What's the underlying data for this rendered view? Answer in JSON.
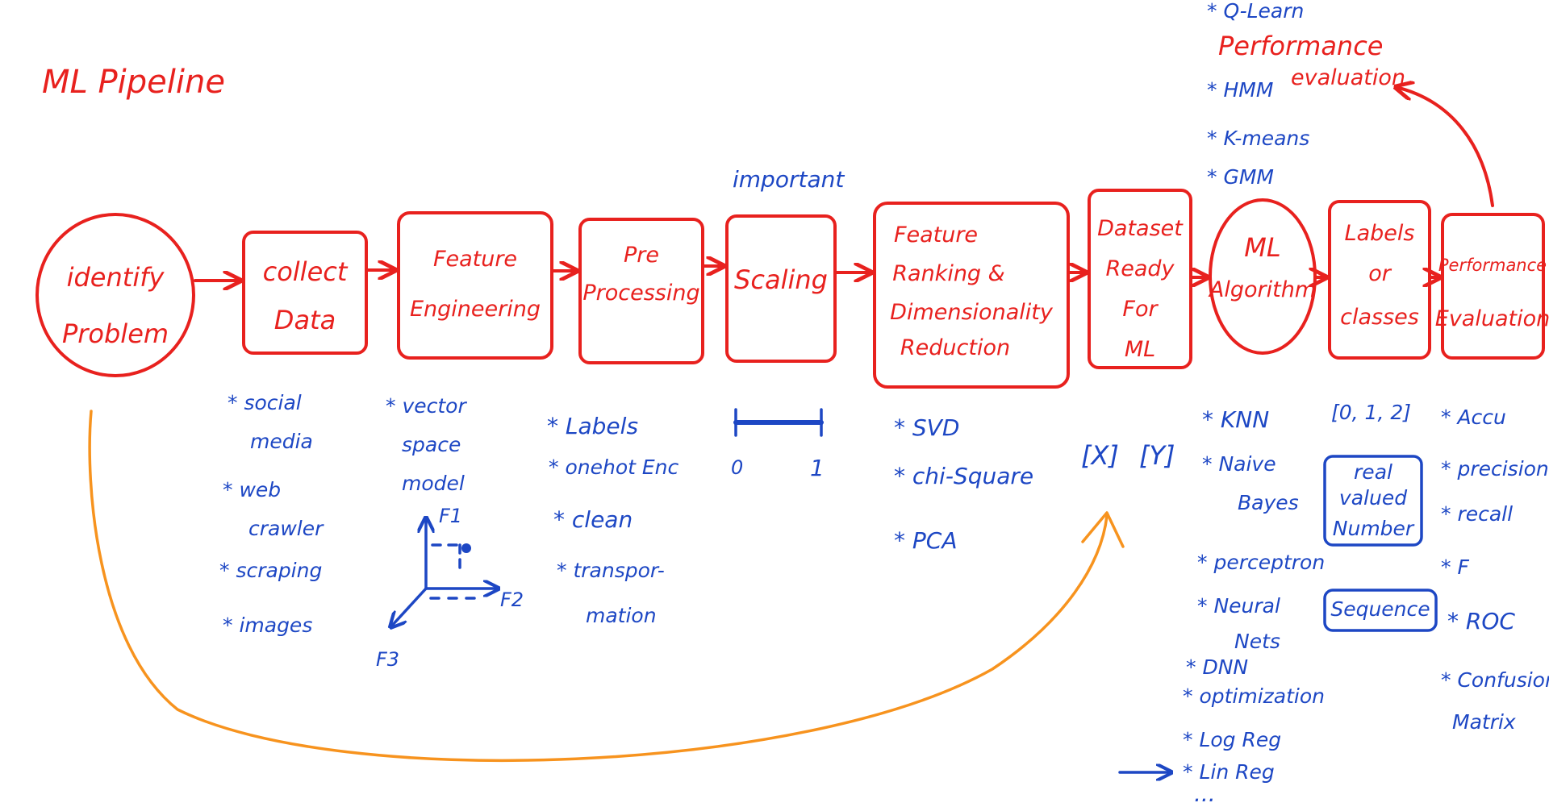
{
  "title": "ML Pipeline",
  "colors": {
    "stage": "#e8211e",
    "note": "#1d47c4",
    "loop": "#f7931e"
  },
  "stages": [
    {
      "id": "identify",
      "lines": [
        "identify",
        "Problem"
      ]
    },
    {
      "id": "collect",
      "lines": [
        "collect",
        "Data"
      ]
    },
    {
      "id": "feature-eng",
      "lines": [
        "Feature",
        "Engineering"
      ]
    },
    {
      "id": "preprocess",
      "lines": [
        "Pre",
        "Processing"
      ]
    },
    {
      "id": "scaling",
      "lines": [
        "Scaling"
      ]
    },
    {
      "id": "ranking",
      "lines": [
        "Feature",
        "Ranking &",
        "Dimensionality",
        "Reduction"
      ]
    },
    {
      "id": "dataset",
      "lines": [
        "Dataset",
        "Ready",
        "For",
        "ML"
      ]
    },
    {
      "id": "algorithm",
      "lines": [
        "ML",
        "Algorithm"
      ]
    },
    {
      "id": "labels",
      "lines": [
        "Labels",
        "or",
        "classes"
      ]
    },
    {
      "id": "perf",
      "lines": [
        "Performance",
        "Evaluation"
      ]
    }
  ],
  "annotations": {
    "important": "important",
    "performance_evaluation": [
      "Performance",
      "evaluation"
    ],
    "collect": [
      "* social",
      "media",
      "* web",
      "crawler",
      "* scraping",
      "* images"
    ],
    "feature_eng": [
      "* vector",
      "space",
      "model"
    ],
    "axes": [
      "F1",
      "F2",
      "F3"
    ],
    "preprocess": [
      "* Labels",
      "* onehot Enc",
      "* clean",
      "* transpor-",
      "mation"
    ],
    "scaling_range": [
      "0",
      "1"
    ],
    "ranking": [
      "* SVD",
      "* chi-Square",
      "* PCA"
    ],
    "dataset": [
      "[X]",
      "[Y]"
    ],
    "algorithm_top": [
      "* Q-Learn",
      "* HMM",
      "* K-means",
      "* GMM"
    ],
    "algorithm_bottom": [
      "* KNN",
      "* Naive",
      "Bayes",
      "* perceptron",
      "* Neural",
      "Nets",
      "* DNN",
      "* optimization",
      "* Log Reg",
      "* Lin Reg",
      "..."
    ],
    "labels": [
      "[0, 1, 2]",
      "real",
      "valued",
      "Number",
      "Sequence"
    ],
    "perf": [
      "* Accu",
      "* precision",
      "* recall",
      "* F",
      "* ROC",
      "* Confusion",
      "Matrix"
    ]
  }
}
